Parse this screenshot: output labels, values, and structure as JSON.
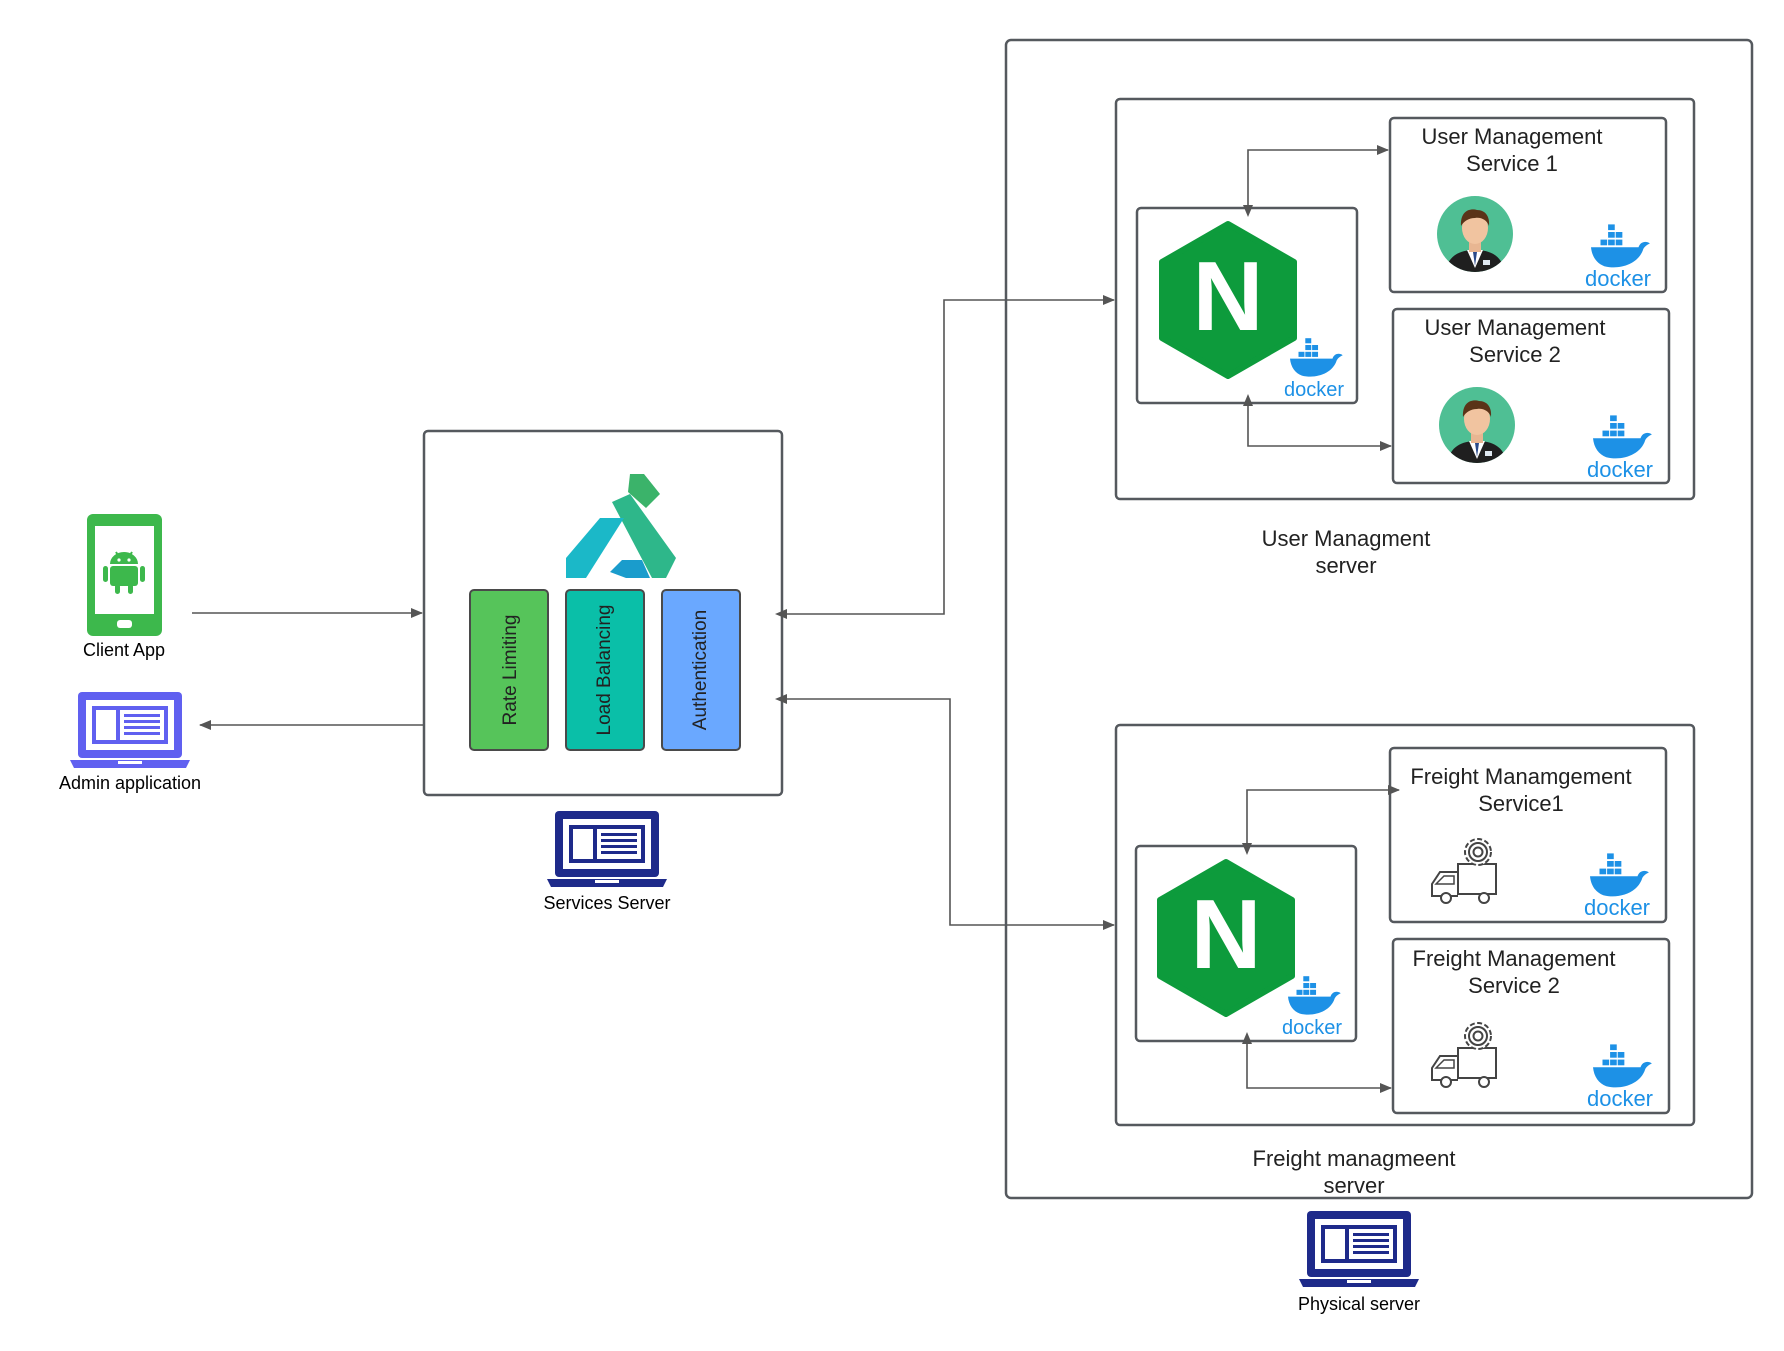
{
  "labels": {
    "client_app": "Client App",
    "admin_application": "Admin application",
    "services_server": "Services Server",
    "physical_server": "Physical server",
    "user_server_line1": "User Managment",
    "user_server_line2": "server",
    "freight_server_line1": "Freight managmeent",
    "freight_server_line2": "server"
  },
  "gateway_features": {
    "rate_limiting": "Rate Limiting",
    "load_balancing": "Load Balancing",
    "authentication": "Authentication"
  },
  "services": {
    "user1_line1": "User Management",
    "user1_line2": "Service 1",
    "user2_line1": "User Management",
    "user2_line2": "Service 2",
    "freight1_line1": "Freight Manamgement",
    "freight1_line2": "Service1",
    "freight2_line1": "Freight Management",
    "freight2_line2": "Service 2"
  },
  "docker_label": "docker",
  "nginx_letter": "N",
  "icons": {
    "client": "android-phone-icon",
    "admin": "laptop-icon",
    "gateway": "kong-logo-icon",
    "proxy": "nginx-icon",
    "container": "docker-icon",
    "user": "avatar-icon",
    "freight": "truck-gear-icon"
  },
  "colors": {
    "box_border": "#55595e",
    "arrow": "#555555",
    "android_green": "#3db84c",
    "laptop_purple": "#6060f0",
    "laptop_navy": "#1e2a8a",
    "rate_limiting_fill": "#56c45a",
    "load_balancing_fill": "#0abfa8",
    "authentication_fill": "#6aa8ff",
    "nginx_green": "#0d9b3c",
    "docker_blue": "#1d91e6",
    "kong_green": "#3bb36a",
    "kong_teal": "#1bb8c8"
  }
}
